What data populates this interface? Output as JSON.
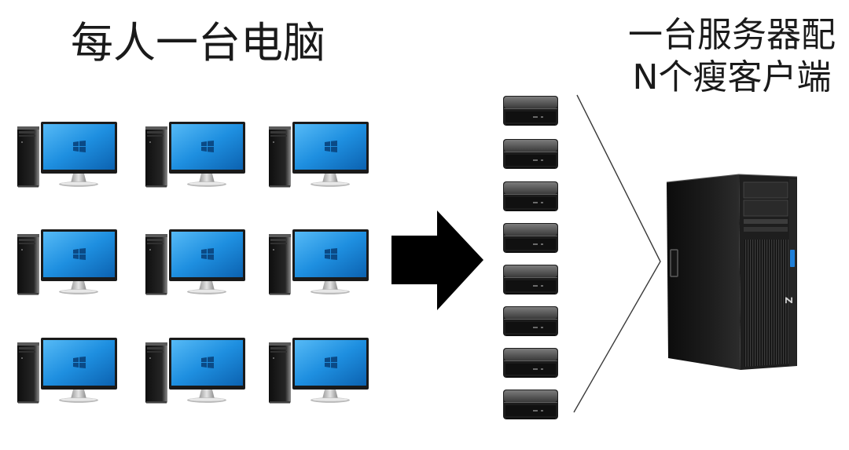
{
  "left_title": "每人一台电脑",
  "right_title": {
    "line1": "一台服务器配",
    "line2": "N个瘦客户端"
  },
  "server": {
    "logo": "Z"
  },
  "icons": {
    "tower": "pc-tower-icon",
    "monitor": "monitor-icon",
    "windows": "windows-logo-icon",
    "arrow": "right-arrow-icon",
    "thin_client": "thin-client-icon",
    "server": "server-tower-icon"
  },
  "colors": {
    "background": "#ffffff",
    "text": "#1a1a1a",
    "screen": "#1e8fe0",
    "arrow": "#000000",
    "power_light": "#1e7fd8"
  }
}
